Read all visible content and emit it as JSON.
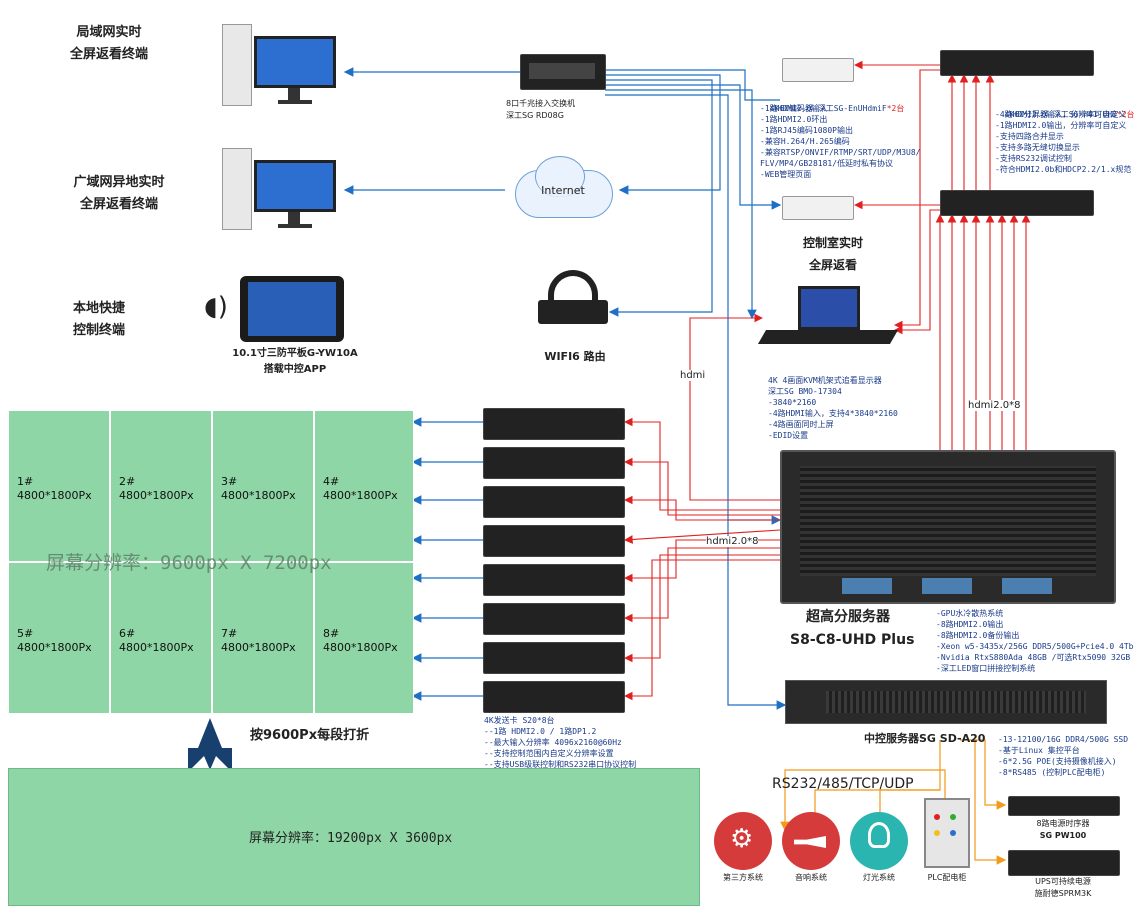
{
  "terminals": {
    "lan": "局域网实时\n全屏返看终端",
    "wan": "广域网异地实时\n全屏返看终端",
    "local": "本地快捷\n控制终端"
  },
  "tablet": {
    "caption1": "10.1寸三防平板G-YW10A",
    "caption2": "搭载中控APP"
  },
  "switch": {
    "caption1": "8口千兆接入交换机",
    "caption2": "深工SG RD08G"
  },
  "internet": "Internet",
  "router": "WIFI6 路由",
  "encoder": {
    "title": "4K60编码器 深工SG-EnUHdmiF",
    "count": "*2台",
    "specs": "-1路HDMI2.0输入\n-1路HDMI2.0环出\n-1路RJ45编码1080P输出\n-兼容H.264/H.265编码\n-兼容RTSP/ONVIF/RTMP/SRT/UDP/M3U8/\nFLV/MP4/GB28181/低延时私有协议\n-WEB管理页面"
  },
  "splitter": {
    "title": "4K60分屏器 深工SG-H41-UHD",
    "count": "*2台",
    "specs": "-4路HDMI2.0输入，分辨率可自定义\n-1路HDMI2.0输出，分辨率可自定义\n-支持四路合并显示\n-支持多路无缝切换显示\n-支持RS232调试控制\n-符合HDMI2.0b和HDCP2.2/1.x规范"
  },
  "control_room": "控制室实时\n全屏返看",
  "kvm": {
    "specs": "4K 4画面KVM机架式追看显示器\n深工SG BMO-17304\n-3840*2160\n-4路HDMI输入，支持4*3840*2160\n-4路画面同时上屏\n-EDID设置"
  },
  "link_labels": {
    "hdmi": "hdmi",
    "hdmi20x8_a": "hdmi2.0*8",
    "hdmi20x8_b": "hdmi2.0*8"
  },
  "panels": [
    {
      "id": "1#",
      "res": "4800*1800Px"
    },
    {
      "id": "2#",
      "res": "4800*1800Px"
    },
    {
      "id": "3#",
      "res": "4800*1800Px"
    },
    {
      "id": "4#",
      "res": "4800*1800Px"
    },
    {
      "id": "5#",
      "res": "4800*1800Px"
    },
    {
      "id": "6#",
      "res": "4800*1800Px"
    },
    {
      "id": "7#",
      "res": "4800*1800Px"
    },
    {
      "id": "8#",
      "res": "4800*1800Px"
    }
  ],
  "wall_overlay": "屏幕分辨率：9600px X 7200px",
  "fold_label": "按9600Px每段打折",
  "long_screen": "屏幕分辨率：19200px X 3600px",
  "sender": {
    "specs": "4K发送卡 S20*8台\n--1路 HDMI2.0 / 1路DP1.2\n--最大输入分辨率 4096x2160@60Hz\n--支持控制范围内自定义分辨率设置\n--支持USB级联控制和RS232串口协议控制"
  },
  "server": {
    "title": "超高分服务器",
    "model": "S8-C8-UHD Plus",
    "specs": "-GPU水冷散热系统\n-8路HDMI2.0输出\n-8路HDMI2.0备份输出\n-Xeon w5-3435x/256G DDR5/500G+Pcie4.0 4Tb\n-Nvidia RtxS880Ada 48GB /可选Rtx5090 32GB\n-深工LED窗口拼接控制系统"
  },
  "central_server": {
    "title": "中控服务器SG SD-A20",
    "specs": "-13-12100/16G DDR4/500G SSD\n-基于Linux 集控平台\n-6*2.5G POE(支持摄像机接入)\n-8*RS485 (控制PLC配电柜)"
  },
  "protocol": "RS232/485/TCP/UDP",
  "subsystems": [
    {
      "name": "第三方系统",
      "color": "#d63b3b"
    },
    {
      "name": "音响系统",
      "color": "#d63b3b"
    },
    {
      "name": "灯光系统",
      "color": "#2bb5b0"
    }
  ],
  "plc": "PLC配电柜",
  "sequencer": {
    "caption1": "8路电源时序器",
    "caption2": "SG PW100"
  },
  "ups": {
    "caption1": "UPS可持续电源",
    "caption2": "施耐德SPRM3K"
  },
  "colors": {
    "panel": "#8fd6a6",
    "blue_line": "#1f6fc4",
    "red_line": "#e02020",
    "title_dark": "#1a1a1a"
  }
}
